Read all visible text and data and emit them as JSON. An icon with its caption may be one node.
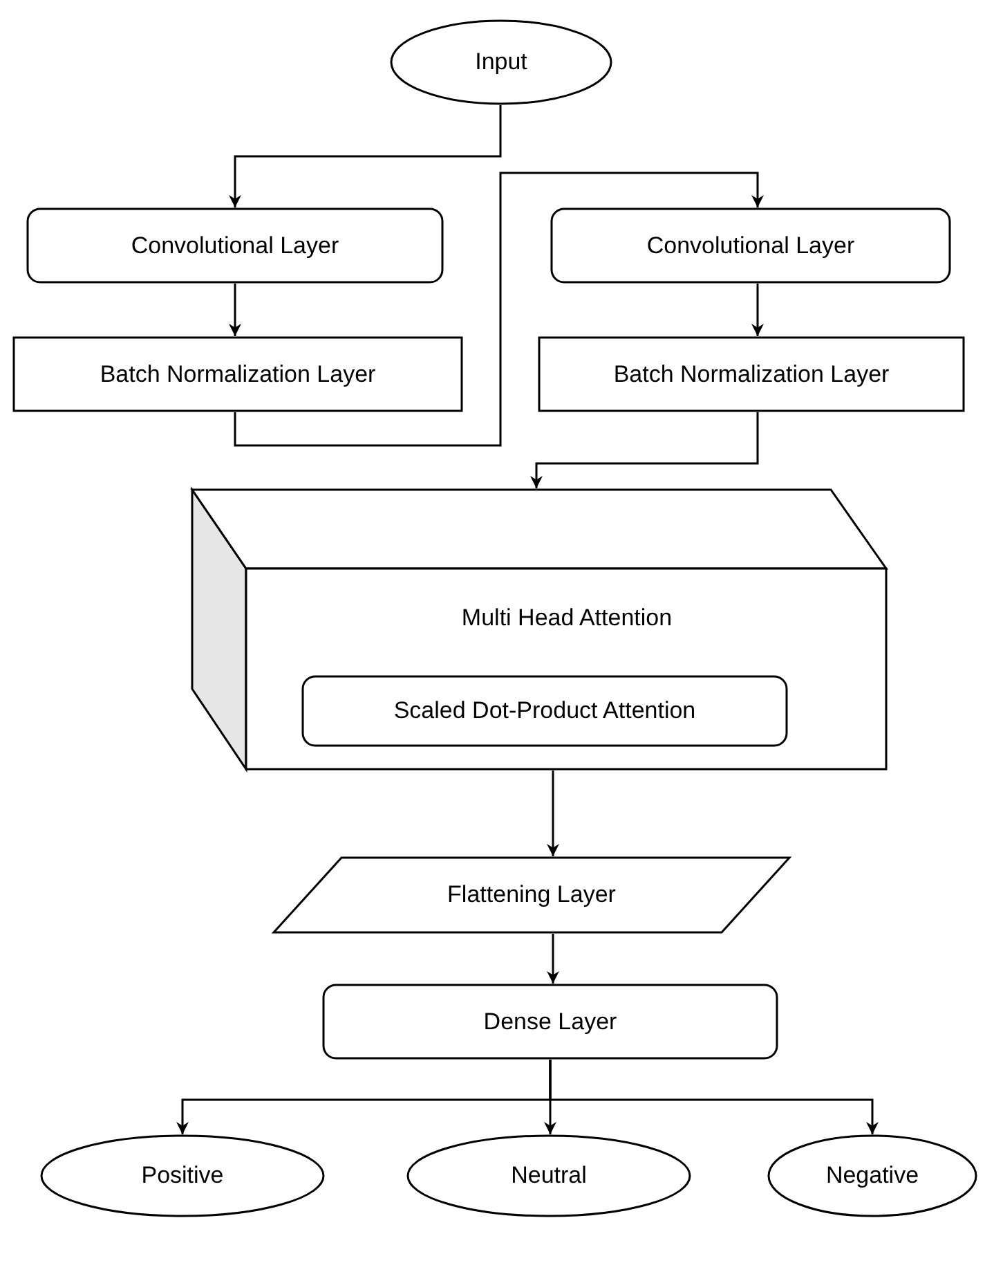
{
  "diagram": {
    "nodes": [
      {
        "text": [
          "Input"
        ]
      },
      {
        "text": [
          "Convolutional Layer"
        ]
      },
      {
        "text": [
          "Batch Normalization Layer"
        ]
      },
      {
        "text": [
          "Convolutional Layer"
        ]
      },
      {
        "text": [
          "Batch Normalization Layer"
        ]
      },
      {
        "text": [
          "Multi Head Attention"
        ]
      },
      {
        "text": [
          "Scaled Dot-Product Attention"
        ],
        "in": 5
      },
      {
        "text": [
          "Flattening Layer"
        ]
      },
      {
        "text": [
          "Dense Layer"
        ]
      },
      {
        "text": [
          "Positive"
        ]
      },
      {
        "text": [
          "Neutral"
        ]
      },
      {
        "text": [
          "Negative"
        ]
      }
    ],
    "edges": [
      {
        "from": 0,
        "to": 1,
        "arrow": "to"
      },
      {
        "from": 1,
        "to": 2,
        "arrow": "to"
      },
      {
        "from": 2,
        "to": 3,
        "arrow": "to"
      },
      {
        "from": 3,
        "to": 4,
        "arrow": "to"
      },
      {
        "from": 4,
        "to": 5,
        "arrow": "to"
      },
      {
        "from": 5,
        "to": 7,
        "arrow": "to"
      },
      {
        "from": 7,
        "to": 8,
        "arrow": "to"
      },
      {
        "from": 8,
        "to": 9,
        "arrow": "to"
      },
      {
        "from": 8,
        "to": 10,
        "arrow": "to"
      },
      {
        "from": 8,
        "to": 11,
        "arrow": "to"
      }
    ]
  }
}
